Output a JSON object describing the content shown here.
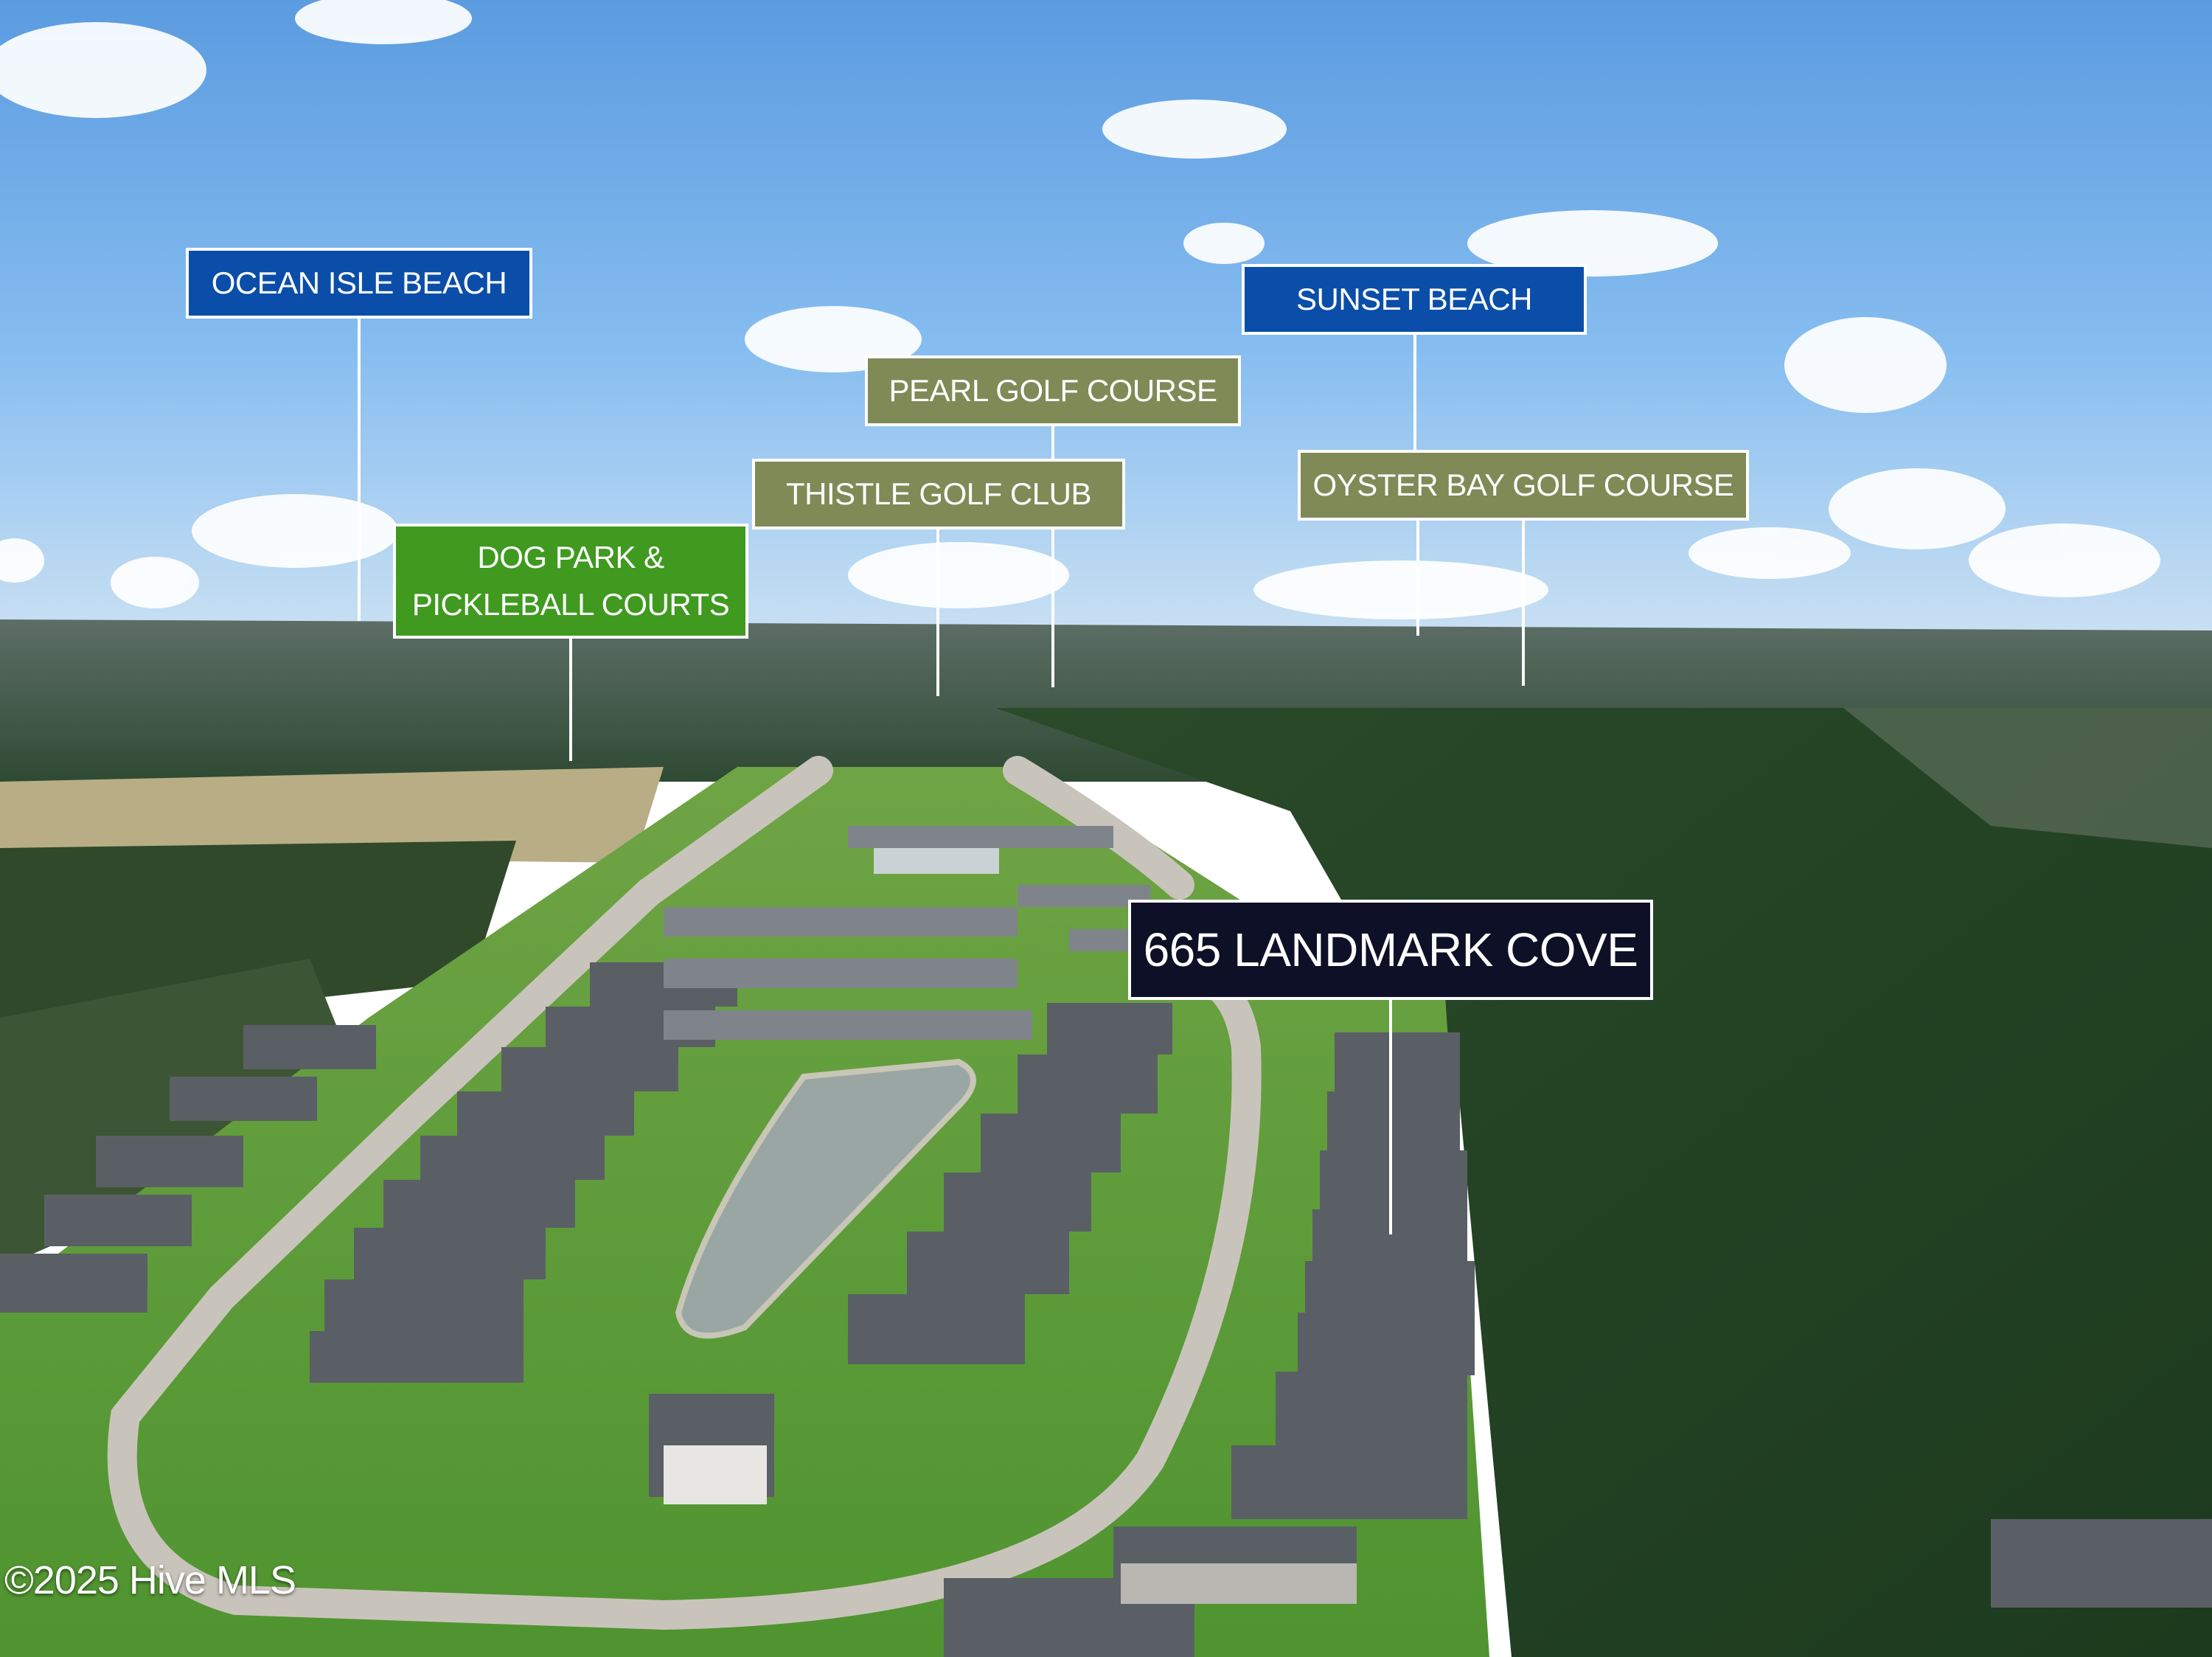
{
  "labels": {
    "ocean_isle_beach": "OCEAN ISLE BEACH",
    "sunset_beach": "SUNSET BEACH",
    "pearl_golf_course": "PEARL GOLF COURSE",
    "thistle_golf_club": "THISTLE GOLF CLUB",
    "oyster_bay_golf_course": "OYSTER BAY GOLF COURSE",
    "dog_park_line1": "DOG PARK &",
    "dog_park_line2": "PICKLEBALL COURTS",
    "property_address": "665 LANDMARK COVE"
  },
  "watermark": "©2025 Hive MLS",
  "colors": {
    "beach_label": "#0b4ea9",
    "golf_label": "#7f8a57",
    "amenity_label": "#3f9a1f",
    "property_label": "#0d1026"
  }
}
